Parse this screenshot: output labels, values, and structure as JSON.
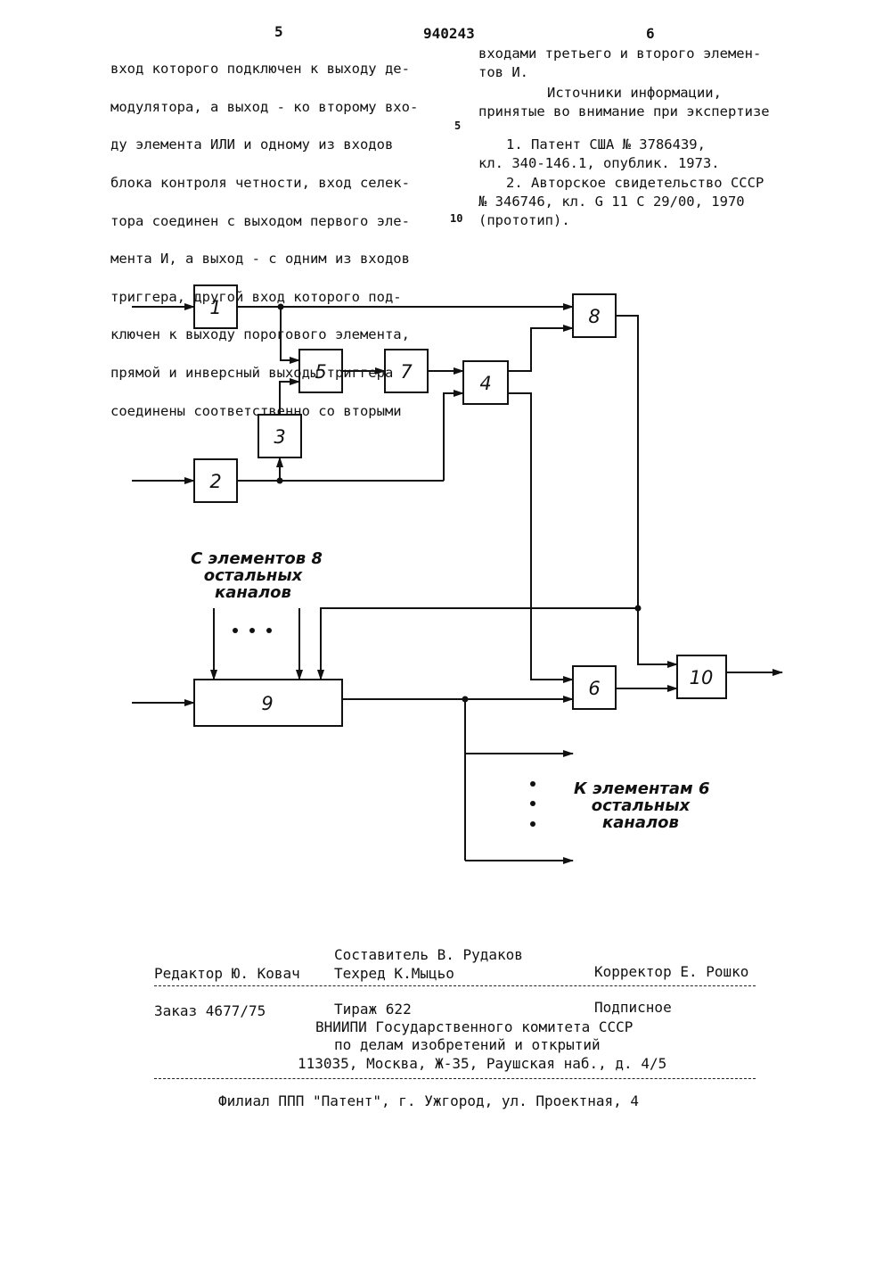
{
  "header": {
    "page_left": "5",
    "patent_number": "940243",
    "page_right": "6"
  },
  "left_column": [
    "вход которого подключен к выходу де-",
    "модулятора, а выход - ко второму вхо-",
    "ду элемента ИЛИ и одному из входов",
    "блока контроля четности, вход селек-",
    "тора соединен с выходом первого эле-",
    "мента И, а выход - с одним из входов",
    "триггера, другой вход которого под-",
    "ключен к выходу порогового элемента,",
    "прямой и инверсный выходы триггера",
    "соединены соответственно со вторыми"
  ],
  "right_column": {
    "continuation": [
      "входами третьего и второго элемен-",
      "тов И."
    ],
    "sources_heading": [
      "Источники информации,",
      "принятые во внимание при экспертизе"
    ],
    "ref1": [
      "1. Патент США № 3786439,",
      "кл. 340-146.1, опублик. 1973."
    ],
    "ref2": [
      "2. Авторское свидетельство СССР",
      "№ 346746, кл. G 11 C 29/00, 1970",
      "(прототип)."
    ]
  },
  "line_numbers": [
    "5",
    "10"
  ],
  "diagram": {
    "blocks": [
      "1",
      "2",
      "3",
      "4",
      "5",
      "6",
      "7",
      "8",
      "9",
      "10"
    ],
    "label_from": [
      "С элементов 8",
      "остальных",
      "каналов"
    ],
    "label_to": [
      "К элементам 6",
      "остальных",
      "каналов"
    ]
  },
  "footer": {
    "compiler": "Составитель В. Рудаков",
    "editor": "Редактор Ю. Ковач",
    "techred": "Техред К.Мыцьо",
    "corrector": "Корректор Е. Рошко",
    "order": "Заказ 4677/75",
    "circulation": "Тираж 622",
    "subscription": "Подписное",
    "org1": "ВНИИПИ Государственного комитета СССР",
    "org2": "по делам изобретений и открытий",
    "address": "113035, Москва, Ж-35, Раушская наб., д. 4/5",
    "branch": "Филиал ППП \"Патент\", г. Ужгород, ул. Проектная, 4"
  }
}
